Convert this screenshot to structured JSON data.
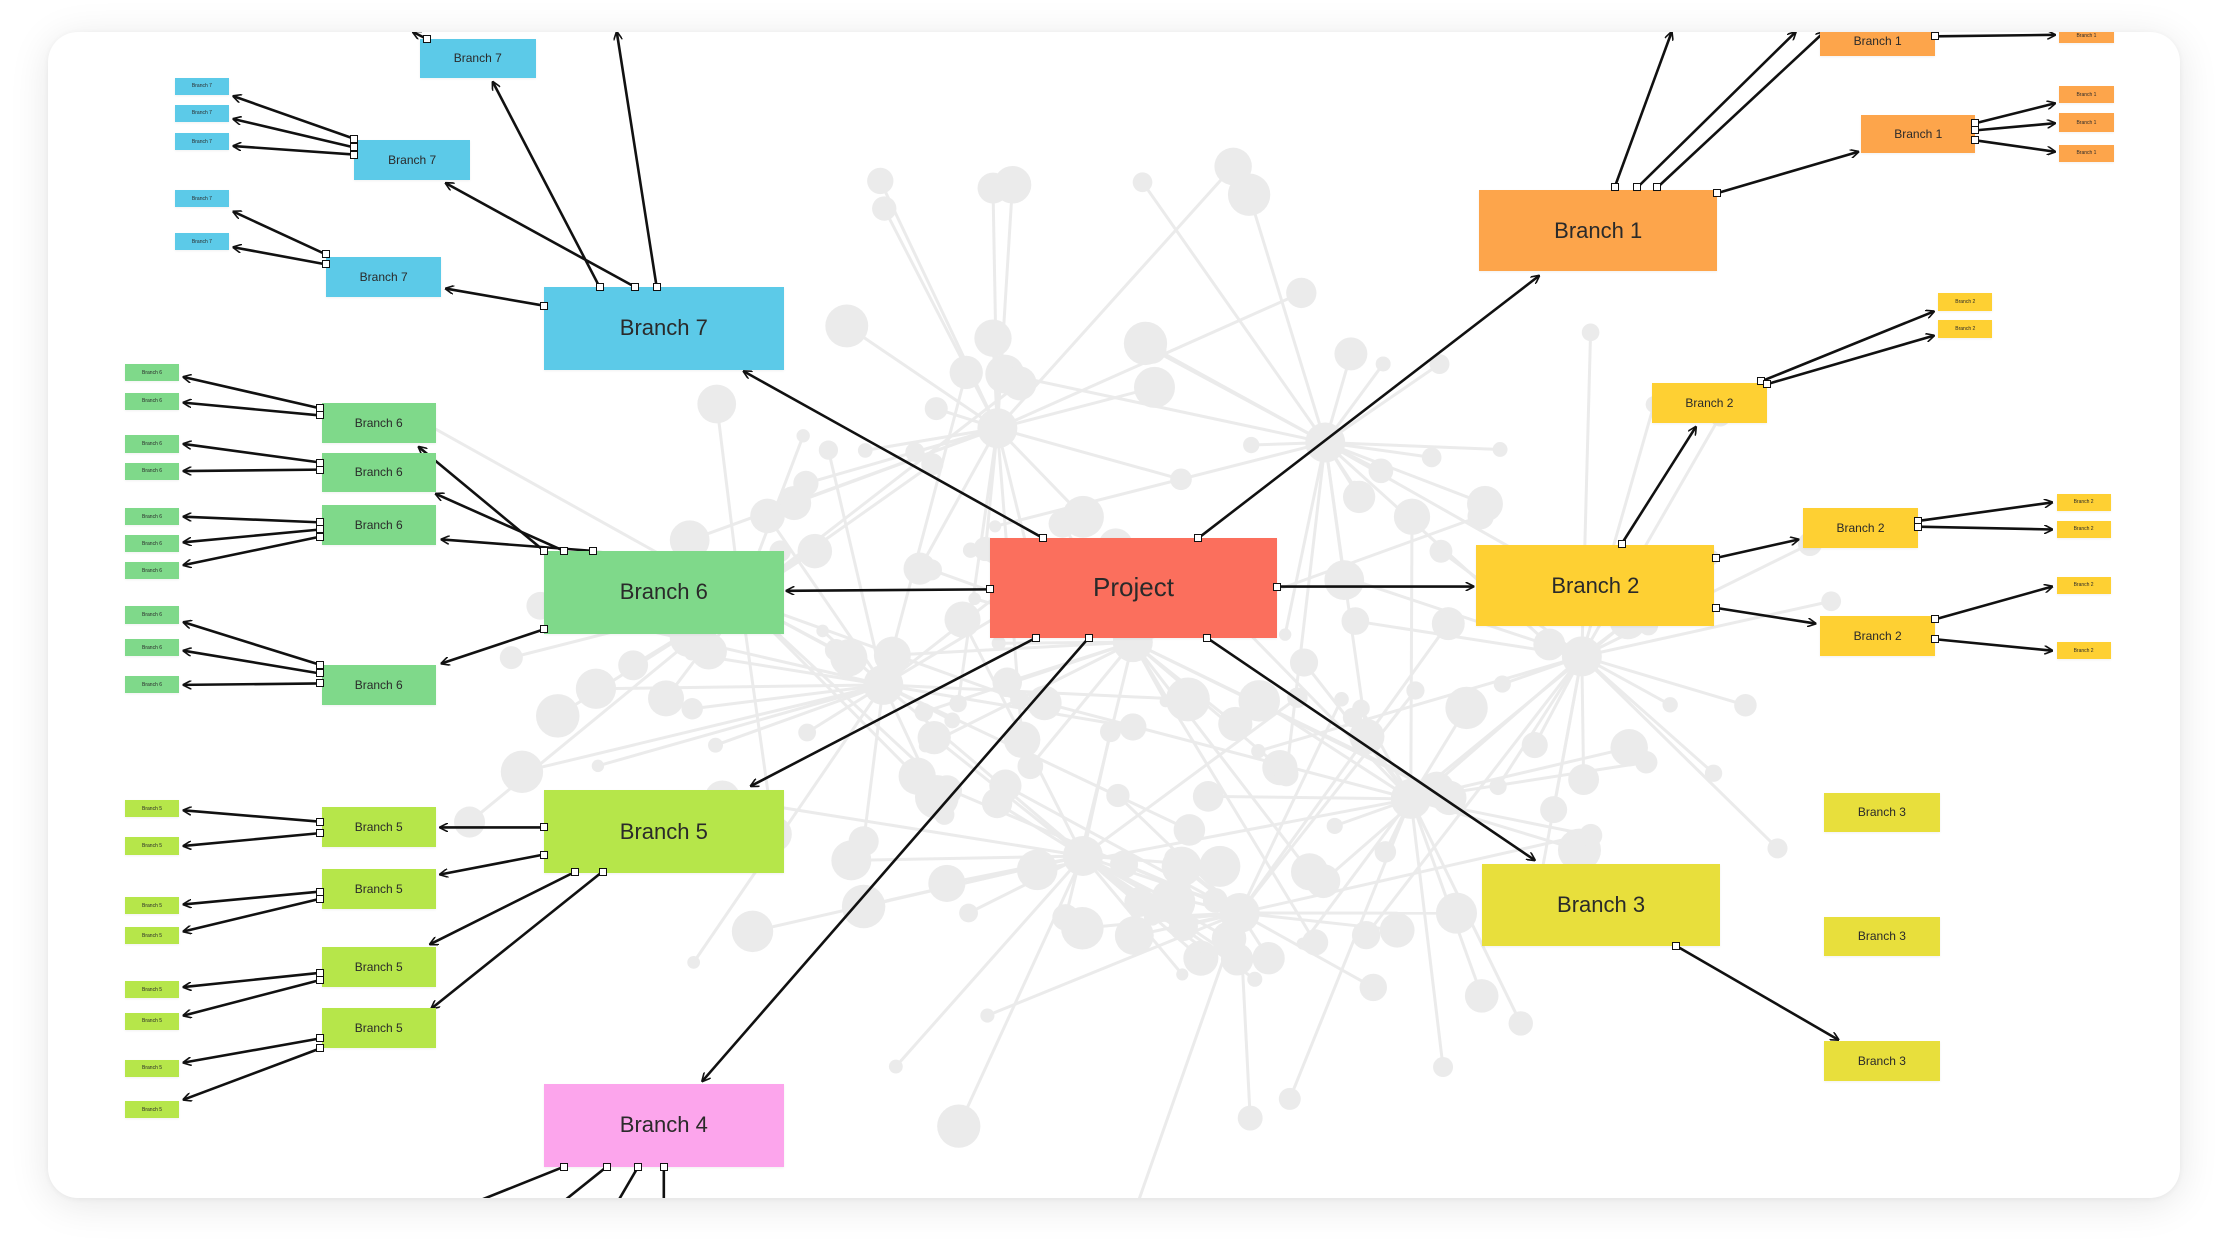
{
  "colors": {
    "center": "#fb6f5d",
    "branch1": "#fda54b",
    "branch2": "#fed033",
    "branch3": "#e8df3c",
    "branch4": "#fca5ec",
    "branch5": "#b6e64a",
    "branch6": "#7fd98a",
    "branch7": "#5ccae8",
    "edge": "#111111",
    "background_network": "#ebebeb"
  },
  "mindmap": {
    "center": {
      "label": "Project"
    },
    "branches": {
      "b1": {
        "label": "Branch 1"
      },
      "b2": {
        "label": "Branch 2"
      },
      "b3": {
        "label": "Branch 3"
      },
      "b4": {
        "label": "Branch 4"
      },
      "b5": {
        "label": "Branch 5"
      },
      "b6": {
        "label": "Branch 6"
      },
      "b7": {
        "label": "Branch 7"
      }
    },
    "subnode_labels": {
      "b1": "Branch 1",
      "b2": "Branch 2",
      "b3": "Branch 3",
      "b5": "Branch 5",
      "b6": "Branch 6",
      "b7": "Branch 7"
    },
    "leaf_labels": {
      "b1": "Branch 1",
      "b2": "Branch 2",
      "b5": "Branch 5",
      "b6": "Branch 6",
      "b7": "Branch 7"
    }
  }
}
